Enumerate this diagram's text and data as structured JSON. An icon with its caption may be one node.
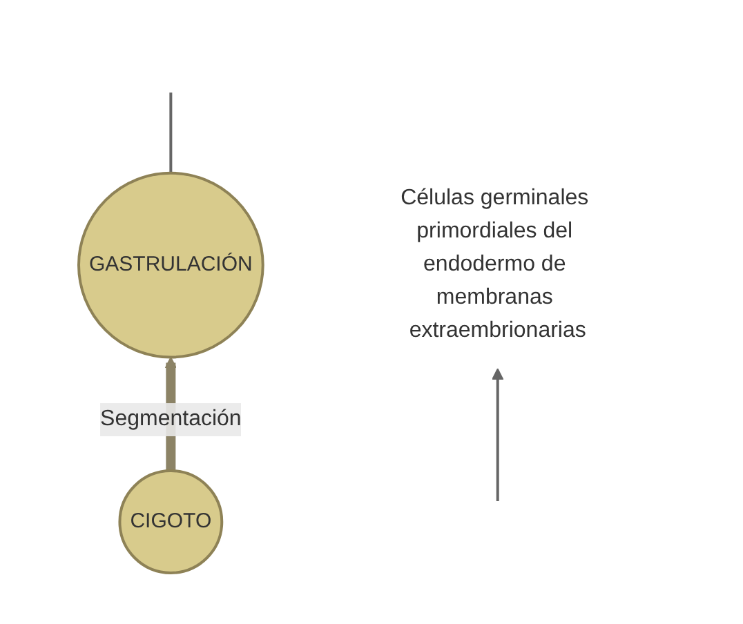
{
  "diagram": {
    "nodes": [
      {
        "text": [
          "CIGOTO"
        ]
      },
      {
        "text": [
          "GASTRULACIÓN"
        ]
      },
      {
        "text": [
          "Células germinales primordiales del endodermo de membranas extraembrionarias"
        ]
      }
    ],
    "edges": [
      {
        "from": 0,
        "to": 1,
        "arrow": "to",
        "label": "Segmentación",
        "style": "thick",
        "color": "#8c8366"
      },
      {
        "from": null,
        "to": 2,
        "arrow": "to"
      },
      {
        "from": 1,
        "to": null,
        "arrow": "none"
      }
    ]
  }
}
